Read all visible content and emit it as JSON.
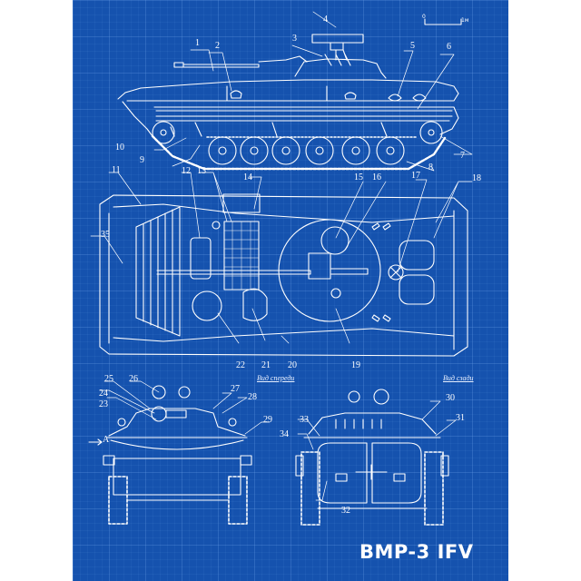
{
  "poster": {
    "title": "BMP-3 IFV",
    "background_color": "#1552ae",
    "line_color": "#ffffff",
    "scale_bar": {
      "start_label": "0",
      "end_label": "1м"
    },
    "views": {
      "side": {
        "callouts": [
          "1",
          "2",
          "3",
          "4",
          "5",
          "6",
          "7",
          "8",
          "9",
          "10"
        ]
      },
      "top": {
        "callouts": [
          "11",
          "12",
          "13",
          "14",
          "15",
          "16",
          "17",
          "18",
          "19",
          "20",
          "21",
          "22",
          "35"
        ]
      },
      "front": {
        "caption": "Вид спереди",
        "callouts": [
          "23",
          "24",
          "25",
          "26",
          "27",
          "28",
          "29"
        ],
        "arrow_label": "А"
      },
      "rear": {
        "caption": "Вид сзади",
        "callouts": [
          "30",
          "31",
          "32",
          "33",
          "34"
        ]
      }
    }
  }
}
